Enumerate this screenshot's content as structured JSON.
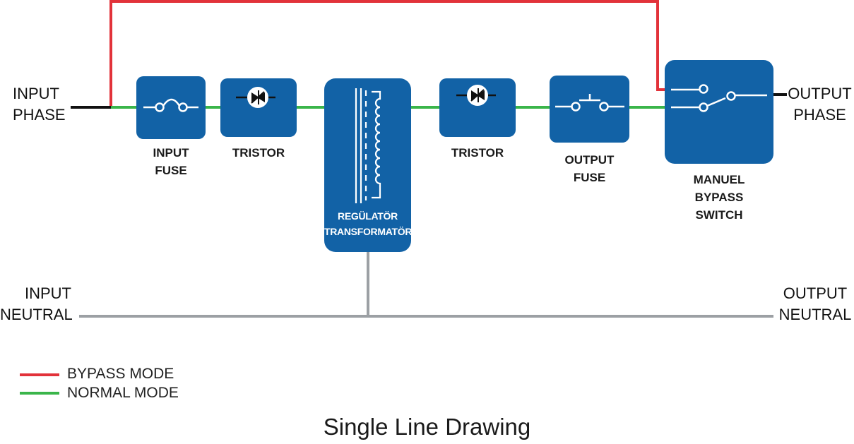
{
  "colors": {
    "bypass": "#e2323a",
    "normal": "#3ab54a",
    "neutral": "#9ca0a4",
    "block": "#1262a6",
    "wire_black": "#111111"
  },
  "terminals": {
    "input_phase": [
      "INPUT",
      "PHASE"
    ],
    "output_phase": [
      "OUTPUT",
      "PHASE"
    ],
    "input_neutral": [
      "INPUT",
      "NEUTRAL"
    ],
    "output_neutral": [
      "OUTPUT",
      "NEUTRAL"
    ]
  },
  "blocks": {
    "input_fuse": {
      "label": [
        "INPUT",
        "FUSE"
      ],
      "icon": "fuse-icon"
    },
    "tristor_1": {
      "label": [
        "TRISTOR"
      ],
      "icon": "thyristor-icon"
    },
    "transformer": {
      "label": [
        "REGÜLATÖR",
        "TRANSFORMATÖRÜ"
      ],
      "icon": "transformer-coil-icon"
    },
    "tristor_2": {
      "label": [
        "TRISTOR"
      ],
      "icon": "thyristor-icon"
    },
    "output_fuse": {
      "label": [
        "OUTPUT",
        "FUSE"
      ],
      "icon": "push-switch-icon"
    },
    "bypass_switch": {
      "label": [
        "MANUEL",
        "BYPASS",
        "SWITCH"
      ],
      "icon": "bypass-switch-icon"
    }
  },
  "legend": [
    {
      "label": "BYPASS MODE",
      "color": "#e2323a"
    },
    {
      "label": "NORMAL MODE",
      "color": "#3ab54a"
    }
  ],
  "title": "Single Line Drawing"
}
